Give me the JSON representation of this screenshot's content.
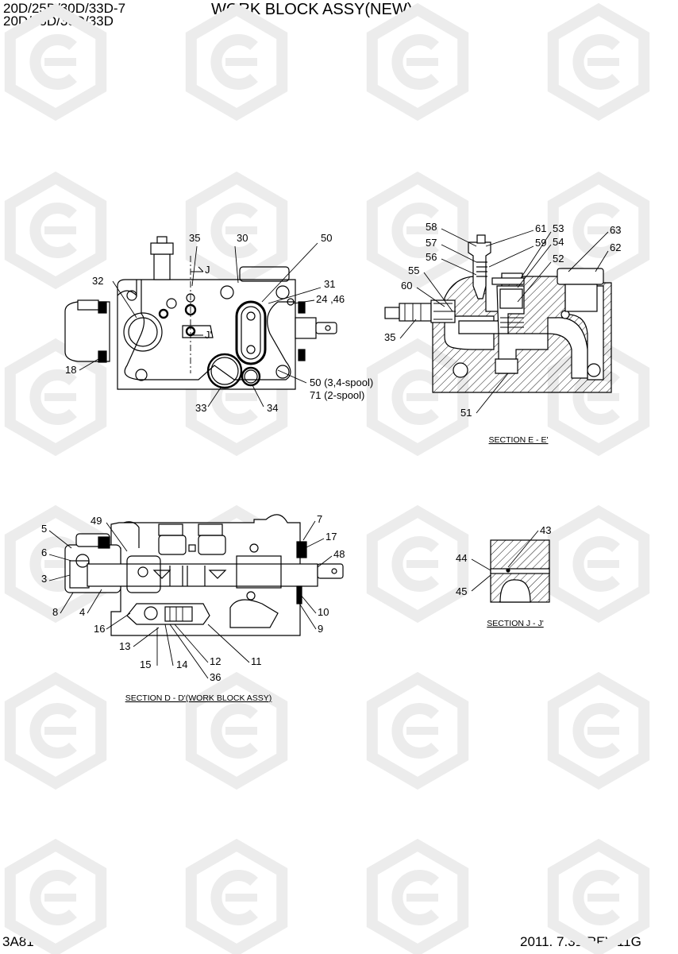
{
  "header": {
    "model_line1": "20D/25D/30D/33D-7",
    "model_line2": "20D/25D/30D/33D",
    "title": "WORK BLOCK ASSY(NEW)"
  },
  "footer": {
    "page_code": "3A81",
    "revision": "2011. 7.31  REV.11G"
  },
  "views": {
    "front": {
      "labels": [
        "35",
        "30",
        "50",
        "32",
        "31",
        "24 ,46",
        "18",
        "50 (3,4-spool)",
        "71 (2-spool)",
        "33",
        "34"
      ],
      "section_marks": [
        "J",
        "J'"
      ]
    },
    "section_e": {
      "caption": "SECTION E - E'",
      "labels": [
        "58",
        "61",
        "53",
        "63",
        "57",
        "59",
        "54",
        "62",
        "56",
        "52",
        "55",
        "60",
        "35",
        "51"
      ]
    },
    "section_d": {
      "caption": "SECTION D - D'(WORK BLOCK ASSY)",
      "labels": [
        "5",
        "49",
        "7",
        "17",
        "6",
        "48",
        "3",
        "8",
        "4",
        "10",
        "16",
        "9",
        "13",
        "12",
        "11",
        "15",
        "14",
        "36"
      ]
    },
    "section_j": {
      "caption": "SECTION J - J'",
      "labels": [
        "43",
        "44",
        "45"
      ]
    }
  },
  "colors": {
    "line": "#000000",
    "watermark": "#ececec",
    "background": "#ffffff"
  }
}
